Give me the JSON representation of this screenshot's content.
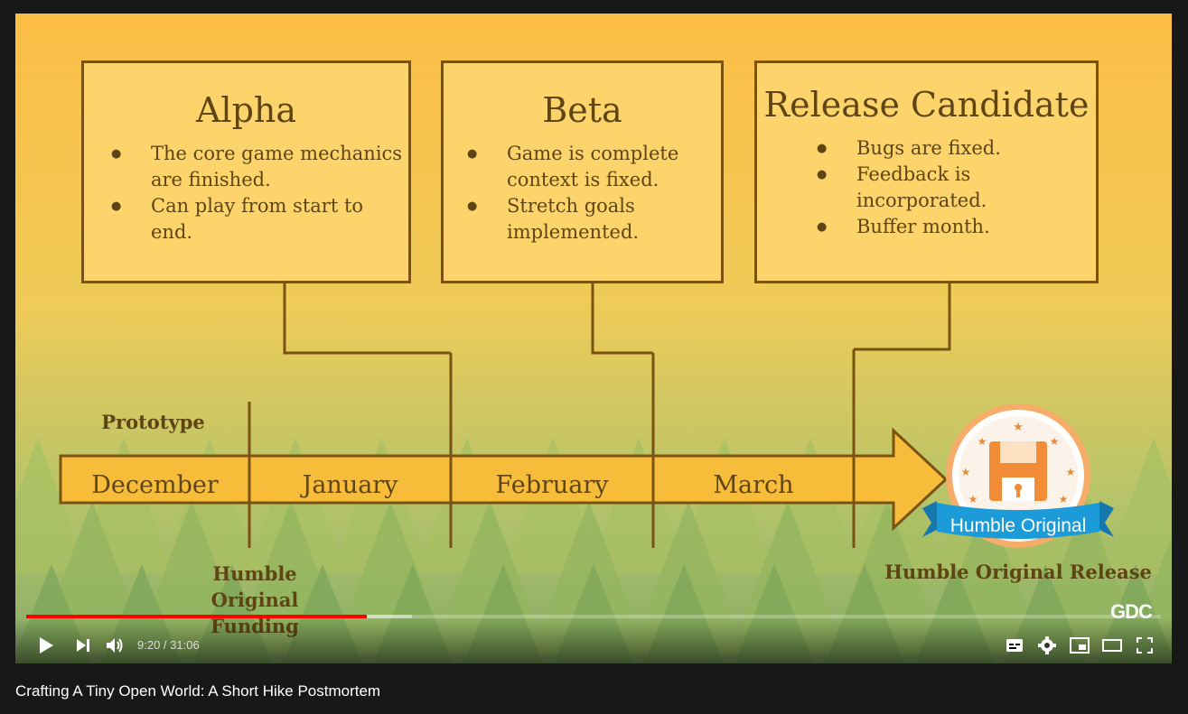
{
  "video": {
    "title": "Crafting A Tiny Open World: A Short Hike Postmortem",
    "time_current": "9:20",
    "time_total": "31:06",
    "time_display": "9:20 / 31:06",
    "progress": 0.3,
    "buffered": 0.34,
    "watermark": "GDC"
  },
  "slide": {
    "boxes": [
      {
        "title": "Alpha",
        "bullets": [
          "The core game mechanics are finished.",
          "Can play from start to end."
        ]
      },
      {
        "title": "Beta",
        "bullets": [
          "Game is complete context is fixed.",
          "Stretch goals implemented."
        ]
      },
      {
        "title": "Release Candidate",
        "bullets": [
          "Bugs are fixed.",
          "Feedback is incorporated.",
          "Buffer month."
        ]
      }
    ],
    "months": [
      "December",
      "January",
      "February",
      "March"
    ],
    "prototype_label": "Prototype",
    "funding_label": "Humble Original Funding",
    "release_label": "Humble Original Release",
    "badge_text": "Humble Original"
  },
  "controls": {
    "icons": [
      "play-icon",
      "next-icon",
      "volume-icon",
      "subtitles-icon",
      "settings-icon",
      "miniplayer-icon",
      "theater-icon",
      "fullscreen-icon"
    ]
  },
  "colors": {
    "progress": "#ff0000",
    "box_fill": "#fdd46b",
    "box_border": "#7a5212",
    "text": "#5e4513",
    "arrow": "#f7bd3a",
    "badge_ribbon": "#1b9bd8",
    "badge_disk": "#f28c37"
  }
}
